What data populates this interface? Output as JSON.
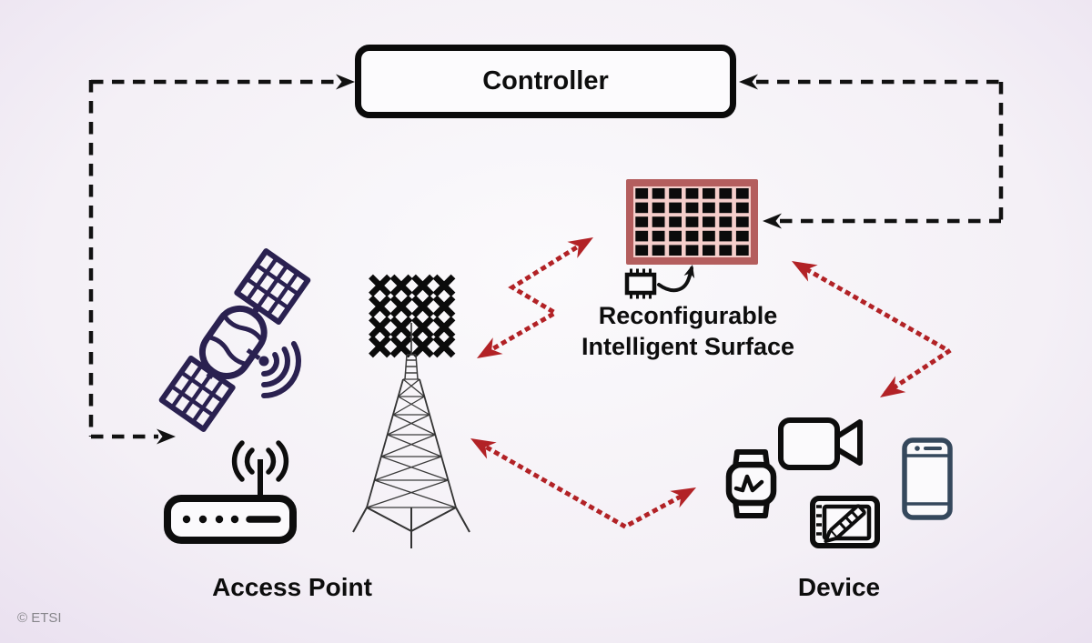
{
  "page": {
    "copyright": "© ETSI"
  },
  "colors": {
    "background_center": "#fbfafc",
    "background_edge": "#c5a3d6",
    "line_black": "#111111",
    "signal_red": "#b22226",
    "ris_border": "#b45e5e",
    "ris_inner": "#f5cecb",
    "ris_cell": "#0b0b0b",
    "satellite_indigo": "#2a2150",
    "phone_slate": "#35485c"
  },
  "nodes": {
    "controller": {
      "label": "Controller"
    },
    "ris": {
      "label_line1": "Reconfigurable",
      "label_line2": "Intelligent Surface",
      "panel_columns": 7,
      "panel_rows": 5,
      "icons": [
        "ris-panel-icon",
        "chip-icon",
        "chip-to-panel-arrow"
      ]
    },
    "access_point": {
      "label": "Access Point",
      "icons": [
        "satellite-icon",
        "wifi-router-icon",
        "cell-tower-icon",
        "antenna-array-icon"
      ]
    },
    "device": {
      "label": "Device",
      "icons": [
        "smartwatch-icon",
        "video-camera-icon",
        "drawing-tablet-icon",
        "smartphone-icon"
      ]
    }
  },
  "connections": [
    {
      "from": "access-point",
      "to": "controller",
      "style": "black-dashed",
      "arrow_ends": [
        "controller",
        "access-point"
      ]
    },
    {
      "from": "controller",
      "to": "ris",
      "style": "black-dashed",
      "arrow_ends": [
        "controller",
        "ris"
      ]
    },
    {
      "from": "antenna-array",
      "to": "ris",
      "style": "red-dotted-zigzag",
      "arrow_ends": [
        "both"
      ]
    },
    {
      "from": "ris",
      "to": "device",
      "style": "red-dotted-zigzag",
      "arrow_ends": [
        "both"
      ]
    },
    {
      "from": "antenna-array",
      "to": "device",
      "style": "red-dotted-zigzag",
      "arrow_ends": [
        "both"
      ]
    }
  ]
}
